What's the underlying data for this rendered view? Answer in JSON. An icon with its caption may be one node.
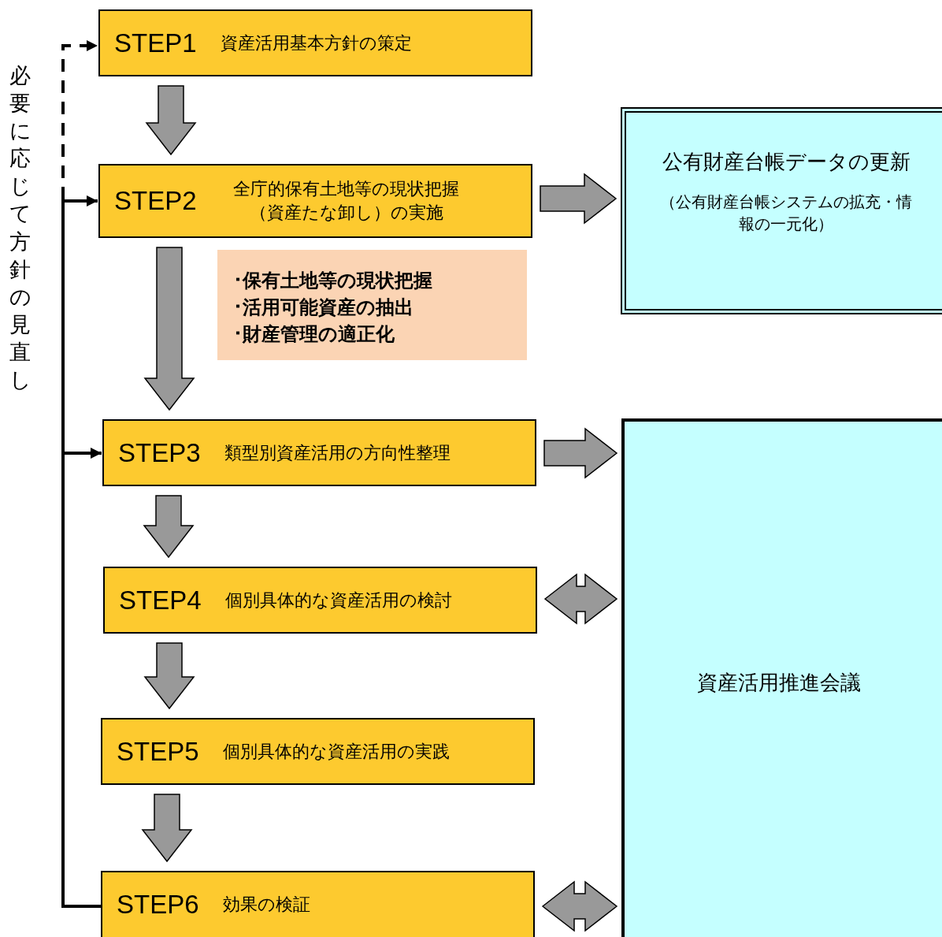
{
  "diagram": {
    "nodes": [
      {
        "text": [
          "STEP1",
          "資産活用基本方針の策定"
        ]
      },
      {
        "text": [
          "STEP2",
          "全庁的保有土地等の現状把握（資産たな卸し）の実施"
        ]
      },
      {
        "text": [
          "･保有土地等の現状把握",
          "･活用可能資産の抽出",
          "･財産管理の適正化"
        ]
      },
      {
        "text": [
          "STEP3",
          "類型別資産活用の方向性整理"
        ]
      },
      {
        "text": [
          "STEP4",
          "個別具体的な資産活用の検討"
        ]
      },
      {
        "text": [
          "STEP5",
          "個別具体的な資産活用の実践"
        ]
      },
      {
        "text": [
          "STEP6",
          "効果の検証"
        ]
      },
      {
        "text": [
          "公有財産台帳データの更新",
          "（公有財産台帳システムの拡充・情報の一元化）"
        ]
      },
      {
        "text": [
          "資産活用推進会議"
        ]
      }
    ],
    "edges": [
      {
        "from": 0,
        "to": 1,
        "arrow": "to"
      },
      {
        "from": 1,
        "to": 3,
        "arrow": "to"
      },
      {
        "from": 3,
        "to": 4,
        "arrow": "to"
      },
      {
        "from": 4,
        "to": 5,
        "arrow": "to"
      },
      {
        "from": 5,
        "to": 6,
        "arrow": "to"
      },
      {
        "from": 1,
        "to": 7,
        "arrow": "to"
      },
      {
        "from": 3,
        "to": 8,
        "arrow": "to"
      },
      {
        "from": 4,
        "to": 8,
        "arrow": "both"
      },
      {
        "from": 6,
        "to": 8,
        "arrow": "both"
      },
      {
        "from": 6,
        "to": 3,
        "arrow": "to",
        "color": "#000000"
      },
      {
        "from": 6,
        "to": 1,
        "arrow": "to",
        "color": "#000000"
      },
      {
        "from": 6,
        "to": 0,
        "arrow": "to",
        "color": "#000000",
        "style": "dashed"
      }
    ],
    "labels": [
      "必要に応じて方針の見直し"
    ]
  }
}
